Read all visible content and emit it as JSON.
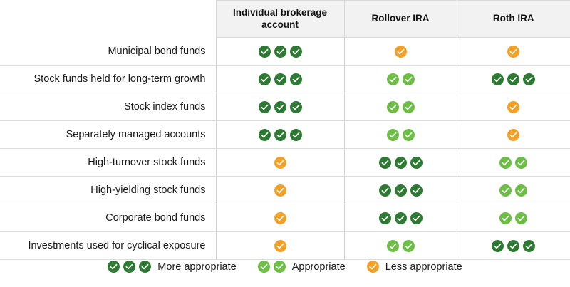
{
  "table": {
    "row_header_label": "",
    "columns": [
      {
        "id": "individual_brokerage",
        "label": "Individual brokerage account"
      },
      {
        "id": "rollover_ira",
        "label": "Rollover IRA"
      },
      {
        "id": "roth_ira",
        "label": "Roth IRA"
      }
    ],
    "rows": [
      {
        "label": "Municipal bond funds",
        "cells": [
          {
            "rating": "more",
            "count": 3
          },
          {
            "rating": "less",
            "count": 1
          },
          {
            "rating": "less",
            "count": 1
          }
        ]
      },
      {
        "label": "Stock funds held for long-term growth",
        "cells": [
          {
            "rating": "more",
            "count": 3
          },
          {
            "rating": "appropriate",
            "count": 2
          },
          {
            "rating": "more",
            "count": 3
          }
        ]
      },
      {
        "label": "Stock index funds",
        "cells": [
          {
            "rating": "more",
            "count": 3
          },
          {
            "rating": "appropriate",
            "count": 2
          },
          {
            "rating": "less",
            "count": 1
          }
        ]
      },
      {
        "label": "Separately managed accounts",
        "cells": [
          {
            "rating": "more",
            "count": 3
          },
          {
            "rating": "appropriate",
            "count": 2
          },
          {
            "rating": "less",
            "count": 1
          }
        ]
      },
      {
        "label": "High-turnover stock funds",
        "cells": [
          {
            "rating": "less",
            "count": 1
          },
          {
            "rating": "more",
            "count": 3
          },
          {
            "rating": "appropriate",
            "count": 2
          }
        ]
      },
      {
        "label": "High-yielding stock funds",
        "cells": [
          {
            "rating": "less",
            "count": 1
          },
          {
            "rating": "more",
            "count": 3
          },
          {
            "rating": "appropriate",
            "count": 2
          }
        ]
      },
      {
        "label": "Corporate bond funds",
        "cells": [
          {
            "rating": "less",
            "count": 1
          },
          {
            "rating": "more",
            "count": 3
          },
          {
            "rating": "appropriate",
            "count": 2
          }
        ]
      },
      {
        "label": "Investments used for cyclical exposure",
        "cells": [
          {
            "rating": "less",
            "count": 1
          },
          {
            "rating": "appropriate",
            "count": 2
          },
          {
            "rating": "more",
            "count": 3
          }
        ]
      }
    ]
  },
  "legend": {
    "items": [
      {
        "rating": "more",
        "count": 3,
        "label": "More appropriate"
      },
      {
        "rating": "appropriate",
        "count": 2,
        "label": "Appropriate"
      },
      {
        "rating": "less",
        "count": 1,
        "label": "Less appropriate"
      }
    ]
  },
  "colors": {
    "more_appropriate": "#2d7a33",
    "appropriate": "#6cbe45",
    "less_appropriate": "#f4a026",
    "header_background": "#f2f2f2",
    "border": "#dcdcdc",
    "text": "#1a1a1a"
  },
  "icons": {
    "check": "check-icon"
  }
}
